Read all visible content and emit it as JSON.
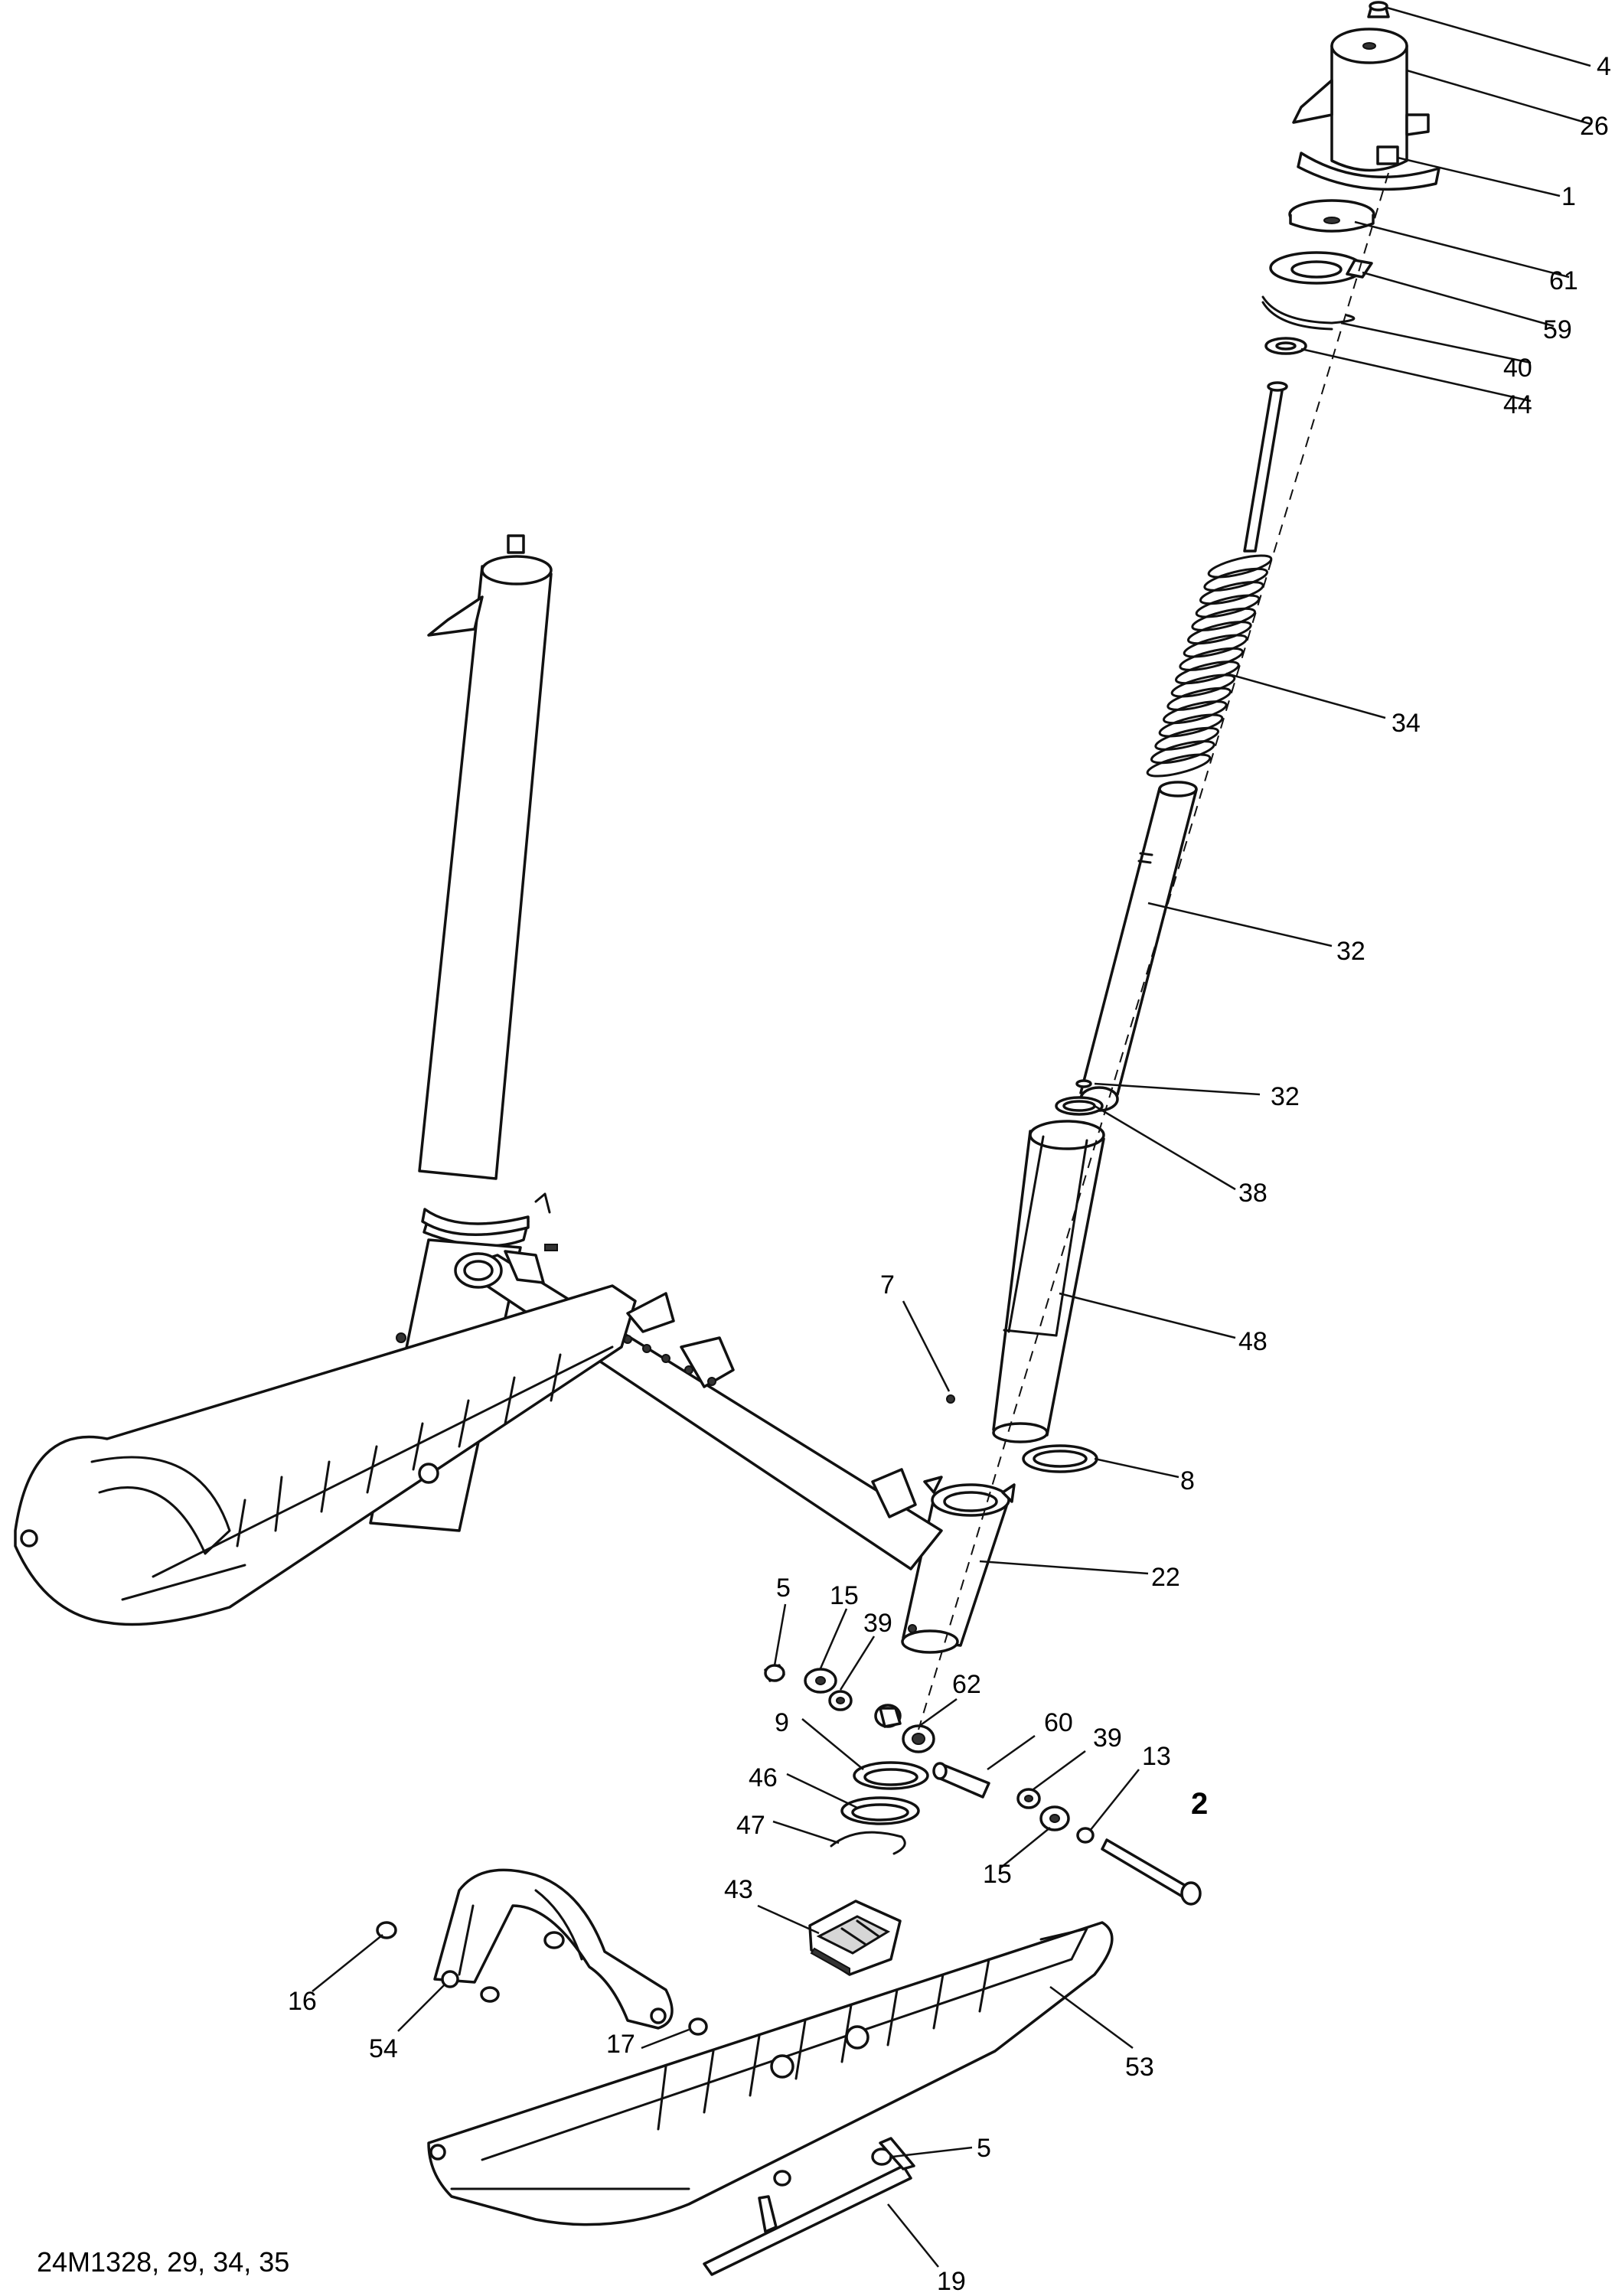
{
  "drawing_ref": "24M1328, 29, 34, 35",
  "callouts": {
    "c4": "4",
    "c26": "26",
    "c1": "1",
    "c61": "61",
    "c59": "59",
    "c40": "40",
    "c44": "44",
    "c34": "34",
    "c32a": "32",
    "c32b": "32",
    "c38": "38",
    "c7": "7",
    "c48": "48",
    "c8": "8",
    "c22": "22",
    "c5a": "5",
    "c15a": "15",
    "c39a": "39",
    "c62": "62",
    "c60": "60",
    "c39b": "39",
    "c13": "13",
    "c2": "2",
    "c9": "9",
    "c46": "46",
    "c47": "47",
    "c15b": "15",
    "c43": "43",
    "c16": "16",
    "c54": "54",
    "c17": "17",
    "c53": "53",
    "c5b": "5",
    "c19": "19"
  }
}
